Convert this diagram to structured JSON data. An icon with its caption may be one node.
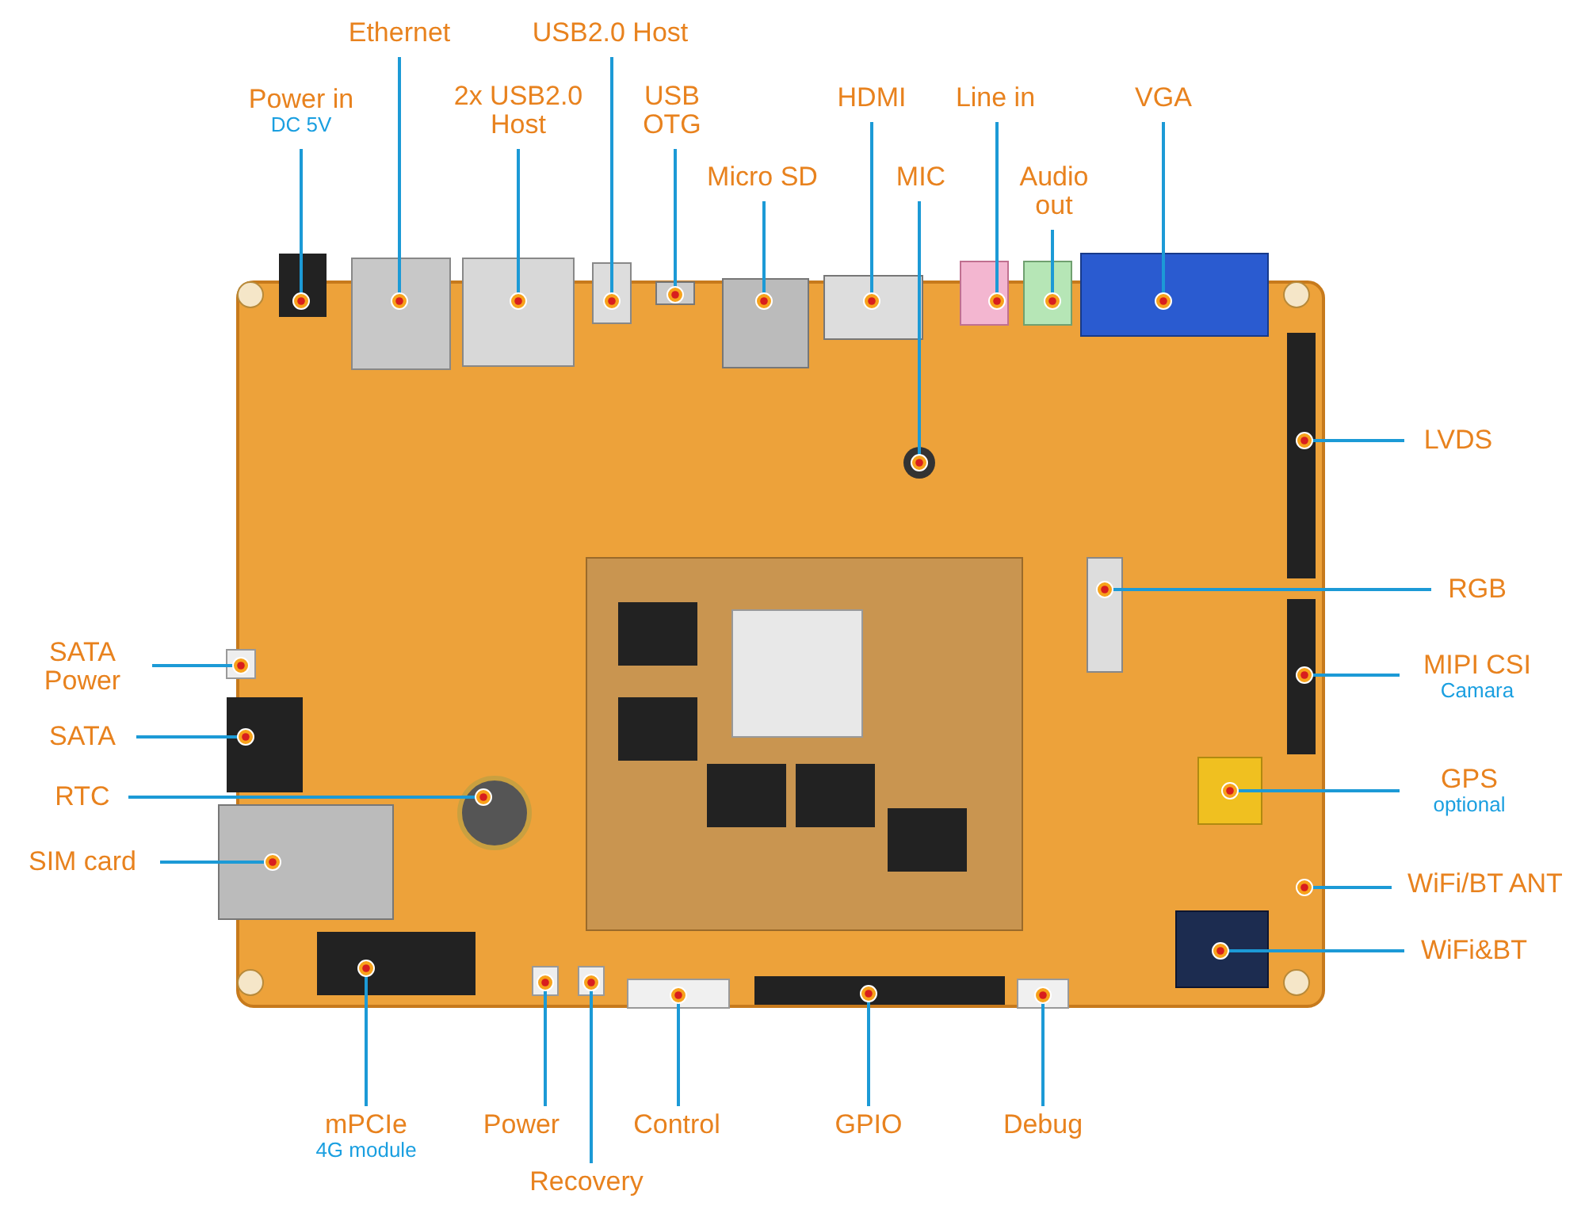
{
  "diagram": {
    "nodes": [
      {
        "text": [
          "Power in",
          "DC 5V"
        ]
      },
      {
        "text": [
          "Ethernet"
        ]
      },
      {
        "text": [
          "USB2.0 Host"
        ]
      },
      {
        "text": [
          "2x USB2.0 Host"
        ]
      },
      {
        "text": [
          "USB OTG"
        ]
      },
      {
        "text": [
          "HDMI"
        ]
      },
      {
        "text": [
          "Line in"
        ]
      },
      {
        "text": [
          "VGA"
        ]
      },
      {
        "text": [
          "Micro SD"
        ]
      },
      {
        "text": [
          "MIC"
        ]
      },
      {
        "text": [
          "Audio out"
        ]
      },
      {
        "text": [
          "LVDS"
        ]
      },
      {
        "text": [
          "RGB"
        ]
      },
      {
        "text": [
          "SATA Power"
        ]
      },
      {
        "text": [
          "MIPI CSI",
          "Camara"
        ]
      },
      {
        "text": [
          "SATA"
        ]
      },
      {
        "text": [
          "GPS",
          "optional"
        ]
      },
      {
        "text": [
          "RTC"
        ]
      },
      {
        "text": [
          "SIM card"
        ]
      },
      {
        "text": [
          "WiFi/BT ANT"
        ]
      },
      {
        "text": [
          "WiFi&BT"
        ]
      },
      {
        "text": [
          "mPCIe",
          "4G module"
        ]
      },
      {
        "text": [
          "Power"
        ]
      },
      {
        "text": [
          "Control"
        ]
      },
      {
        "text": [
          "GPIO"
        ]
      },
      {
        "text": [
          "Debug"
        ]
      },
      {
        "text": [
          "Recovery"
        ]
      }
    ],
    "edges": [
      {
        "from": 0,
        "to": null,
        "arrow": "other"
      },
      {
        "from": 1,
        "to": null,
        "arrow": "other"
      },
      {
        "from": 2,
        "to": null,
        "arrow": "other"
      },
      {
        "from": 3,
        "to": null,
        "arrow": "other"
      },
      {
        "from": 4,
        "to": null,
        "arrow": "other"
      },
      {
        "from": 5,
        "to": null,
        "arrow": "other"
      },
      {
        "from": 6,
        "to": null,
        "arrow": "other"
      },
      {
        "from": 7,
        "to": null,
        "arrow": "other"
      },
      {
        "from": 8,
        "to": null,
        "arrow": "other"
      },
      {
        "from": 9,
        "to": null,
        "arrow": "other"
      },
      {
        "from": 10,
        "to": null,
        "arrow": "other"
      },
      {
        "from": 11,
        "to": null,
        "arrow": "other"
      },
      {
        "from": 12,
        "to": null,
        "arrow": "other"
      },
      {
        "from": 13,
        "to": null,
        "arrow": "other"
      },
      {
        "from": 14,
        "to": null,
        "arrow": "other"
      },
      {
        "from": 15,
        "to": null,
        "arrow": "other"
      },
      {
        "from": 16,
        "to": null,
        "arrow": "other"
      },
      {
        "from": 17,
        "to": null,
        "arrow": "other"
      },
      {
        "from": 18,
        "to": null,
        "arrow": "other"
      },
      {
        "from": 19,
        "to": null,
        "arrow": "other"
      },
      {
        "from": 20,
        "to": null,
        "arrow": "other"
      },
      {
        "from": 21,
        "to": null,
        "arrow": "other"
      },
      {
        "from": 22,
        "to": null,
        "arrow": "other"
      },
      {
        "from": 23,
        "to": null,
        "arrow": "other"
      },
      {
        "from": 24,
        "to": null,
        "arrow": "other"
      },
      {
        "from": 25,
        "to": null,
        "arrow": "other"
      },
      {
        "from": 26,
        "to": null,
        "arrow": "other"
      }
    ]
  }
}
